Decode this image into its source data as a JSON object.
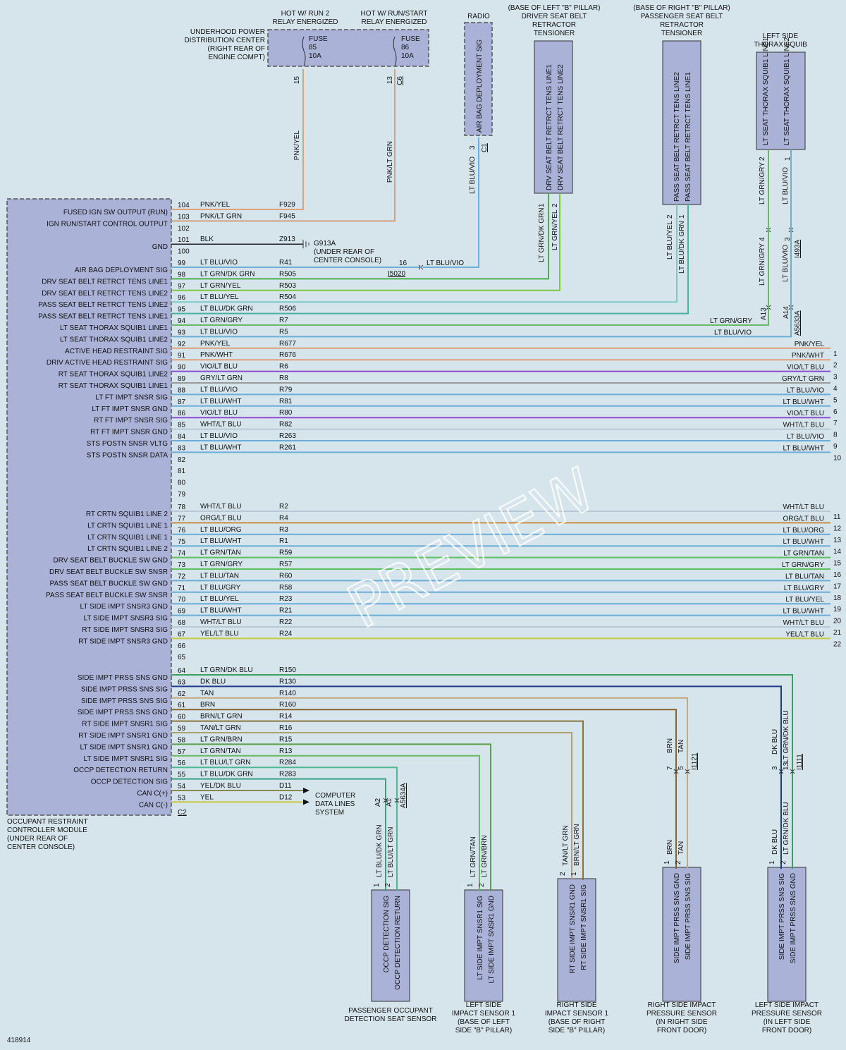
{
  "diagram_id": "418914",
  "watermark": "PREVIEW",
  "colors": {
    "background": "#d6e4ec",
    "component_fill": "#aab2d8",
    "PNK": "#e0a07a",
    "LT BLU": "#6aaed8",
    "LT GRN": "#5cc060",
    "VIO": "#8a4fd0",
    "GRY": "#9a9a9a",
    "WHT": "#b8c8d4",
    "ORG": "#c89040",
    "TAN": "#c8a878",
    "BRN": "#8a6430",
    "DK BLU": "#1f3a8a",
    "YEL": "#c8c840",
    "BLK": "#222222"
  },
  "orc": {
    "title_lines": [
      "OCCUPANT RESTRAINT",
      "CONTROLLER MODULE",
      "(UNDER REAR OF",
      "CENTER CONSOLE)"
    ],
    "connector": "C2",
    "pins": [
      {
        "pin": "104",
        "label": "FUSED IGN SW OUTPUT (RUN)",
        "wire": "PNK/YEL",
        "circuit": "F929"
      },
      {
        "pin": "103",
        "label": "IGN RUN/START CONTROL OUTPUT",
        "wire": "PNK/LT GRN",
        "circuit": "F945"
      },
      {
        "pin": "102",
        "label": "",
        "wire": "",
        "circuit": ""
      },
      {
        "pin": "101",
        "label": "GND",
        "wire": "BLK",
        "circuit": "Z913"
      },
      {
        "pin": "100",
        "label": "",
        "wire": "",
        "circuit": ""
      },
      {
        "pin": "99",
        "label": "AIR BAG DEPLOYMENT SIG",
        "wire": "LT BLU/VIO",
        "circuit": "R41"
      },
      {
        "pin": "98",
        "label": "DRV SEAT BELT RETRCT TENS LINE1",
        "wire": "LT GRN/DK GRN",
        "circuit": "R505"
      },
      {
        "pin": "97",
        "label": "DRV SEAT BELT RETRCT TENS LINE2",
        "wire": "LT GRN/YEL",
        "circuit": "R503"
      },
      {
        "pin": "96",
        "label": "PASS SEAT BELT RETRCT TENS LINE2",
        "wire": "LT BLU/YEL",
        "circuit": "R504"
      },
      {
        "pin": "95",
        "label": "PASS SEAT BELT RETRCT TENS LINE1",
        "wire": "LT BLU/DK GRN",
        "circuit": "R506"
      },
      {
        "pin": "94",
        "label": "LT SEAT THORAX SQUIB1 LINE1",
        "wire": "LT GRN/GRY",
        "circuit": "R7"
      },
      {
        "pin": "93",
        "label": "LT SEAT THORAX SQUIB1 LINE2",
        "wire": "LT BLU/VIO",
        "circuit": "R5"
      },
      {
        "pin": "92",
        "label": "ACTIVE HEAD RESTRAINT SIG",
        "wire": "PNK/YEL",
        "circuit": "R677"
      },
      {
        "pin": "91",
        "label": "DRIV ACTIVE HEAD RESTRAINT SIG",
        "wire": "PNK/WHT",
        "circuit": "R676"
      },
      {
        "pin": "90",
        "label": "RT SEAT THORAX SQUIB1 LINE2",
        "wire": "VIO/LT BLU",
        "circuit": "R6"
      },
      {
        "pin": "89",
        "label": "RT SEAT THORAX SQUIB1 LINE1",
        "wire": "GRY/LT GRN",
        "circuit": "R8"
      },
      {
        "pin": "88",
        "label": "LT FT IMPT SNSR SIG",
        "wire": "LT BLU/VIO",
        "circuit": "R79"
      },
      {
        "pin": "87",
        "label": "LT FT IMPT SNSR GND",
        "wire": "LT BLU/WHT",
        "circuit": "R81"
      },
      {
        "pin": "86",
        "label": "RT FT IMPT SNSR SIG",
        "wire": "VIO/LT BLU",
        "circuit": "R80"
      },
      {
        "pin": "85",
        "label": "RT FT IMPT SNSR GND",
        "wire": "WHT/LT BLU",
        "circuit": "R82"
      },
      {
        "pin": "84",
        "label": "STS POSTN SNSR VLTG",
        "wire": "LT BLU/VIO",
        "circuit": "R263"
      },
      {
        "pin": "83",
        "label": "STS POSTN SNSR DATA",
        "wire": "LT BLU/WHT",
        "circuit": "R261"
      },
      {
        "pin": "82",
        "label": "",
        "wire": "",
        "circuit": ""
      },
      {
        "pin": "81",
        "label": "",
        "wire": "",
        "circuit": ""
      },
      {
        "pin": "80",
        "label": "",
        "wire": "",
        "circuit": ""
      },
      {
        "pin": "79",
        "label": "",
        "wire": "",
        "circuit": ""
      },
      {
        "pin": "78",
        "label": "RT CRTN SQUIB1 LINE 2",
        "wire": "WHT/LT BLU",
        "circuit": "R2"
      },
      {
        "pin": "77",
        "label": "LT CRTN SQUIB1 LINE 1",
        "wire": "ORG/LT BLU",
        "circuit": "R4"
      },
      {
        "pin": "76",
        "label": "LT CRTN SQUIB1 LINE 1",
        "wire": "LT BLU/ORG",
        "circuit": "R3"
      },
      {
        "pin": "75",
        "label": "LT CRTN SQUIB1 LINE 2",
        "wire": "LT BLU/WHT",
        "circuit": "R1"
      },
      {
        "pin": "74",
        "label": "DRV SEAT BELT BUCKLE SW GND",
        "wire": "LT GRN/TAN",
        "circuit": "R59"
      },
      {
        "pin": "73",
        "label": "DRV SEAT BELT BUCKLE SW SNSR",
        "wire": "LT GRN/GRY",
        "circuit": "R57"
      },
      {
        "pin": "72",
        "label": "PASS SEAT BELT BUCKLE SW GND",
        "wire": "LT BLU/TAN",
        "circuit": "R60"
      },
      {
        "pin": "71",
        "label": "PASS SEAT BELT BUCKLE SW SNSR",
        "wire": "LT BLU/GRY",
        "circuit": "R58"
      },
      {
        "pin": "70",
        "label": "LT SIDE IMPT SNSR3 GND",
        "wire": "LT BLU/YEL",
        "circuit": "R23"
      },
      {
        "pin": "69",
        "label": "LT SIDE IMPT SNSR3 SIG",
        "wire": "LT BLU/WHT",
        "circuit": "R21"
      },
      {
        "pin": "68",
        "label": "RT SIDE IMPT SNSR3 SIG",
        "wire": "WHT/LT BLU",
        "circuit": "R22"
      },
      {
        "pin": "67",
        "label": "RT SIDE IMPT SNSR3 GND",
        "wire": "YEL/LT BLU",
        "circuit": "R24"
      },
      {
        "pin": "66",
        "label": "",
        "wire": "",
        "circuit": ""
      },
      {
        "pin": "65",
        "label": "",
        "wire": "",
        "circuit": ""
      },
      {
        "pin": "64",
        "label": "SIDE IMPT PRSS SNS GND",
        "wire": "LT GRN/DK BLU",
        "circuit": "R150"
      },
      {
        "pin": "63",
        "label": "SIDE IMPT PRSS SNS SIG",
        "wire": "DK BLU",
        "circuit": "R130"
      },
      {
        "pin": "62",
        "label": "SIDE IMPT PRSS SNS SIG",
        "wire": "TAN",
        "circuit": "R140"
      },
      {
        "pin": "61",
        "label": "SIDE IMPT PRSS SNS GND",
        "wire": "BRN",
        "circuit": "R160"
      },
      {
        "pin": "60",
        "label": "RT SIDE IMPT SNSR1 SIG",
        "wire": "BRN/LT GRN",
        "circuit": "R14"
      },
      {
        "pin": "59",
        "label": "RT SIDE IMPT SNSR1 GND",
        "wire": "TAN/LT GRN",
        "circuit": "R16"
      },
      {
        "pin": "58",
        "label": "LT SIDE IMPT SNSR1 GND",
        "wire": "LT GRN/BRN",
        "circuit": "R15"
      },
      {
        "pin": "57",
        "label": "LT SIDE IMPT SNSR1 SIG",
        "wire": "LT GRN/TAN",
        "circuit": "R13"
      },
      {
        "pin": "56",
        "label": "OCCP DETECTION RETURN",
        "wire": "LT BLU/LT GRN",
        "circuit": "R284"
      },
      {
        "pin": "55",
        "label": "OCCP DETECTION SIG",
        "wire": "LT BLU/DK GRN",
        "circuit": "R283"
      },
      {
        "pin": "54",
        "label": "CAN C(+)",
        "wire": "YEL/DK BLU",
        "circuit": "D11"
      },
      {
        "pin": "53",
        "label": "CAN C(-)",
        "wire": "YEL",
        "circuit": "D12"
      }
    ]
  },
  "ground": {
    "id": "G913A",
    "lines": [
      "(UNDER REAR OF",
      "CENTER CONSOLE)"
    ]
  },
  "can_dest": [
    "COMPUTER",
    "DATA LINES",
    "SYSTEM"
  ],
  "right_ends": [
    {
      "n": "1",
      "wire": "PNK/YEL"
    },
    {
      "n": "2",
      "wire": "PNK/WHT"
    },
    {
      "n": "3",
      "wire": "VIO/LT BLU"
    },
    {
      "n": "4",
      "wire": "GRY/LT GRN"
    },
    {
      "n": "5",
      "wire": "LT BLU/VIO"
    },
    {
      "n": "6",
      "wire": "LT BLU/WHT"
    },
    {
      "n": "7",
      "wire": "VIO/LT BLU"
    },
    {
      "n": "8",
      "wire": "WHT/LT BLU"
    },
    {
      "n": "9",
      "wire": "LT BLU/VIO"
    },
    {
      "n": "10",
      "wire": "LT BLU/WHT"
    },
    {
      "n": "11",
      "wire": "WHT/LT BLU"
    },
    {
      "n": "12",
      "wire": "ORG/LT BLU"
    },
    {
      "n": "13",
      "wire": "LT BLU/ORG"
    },
    {
      "n": "14",
      "wire": "LT BLU/WHT"
    },
    {
      "n": "15",
      "wire": "LT GRN/TAN"
    },
    {
      "n": "16",
      "wire": "LT GRN/GRY"
    },
    {
      "n": "17",
      "wire": "LT BLU/TAN"
    },
    {
      "n": "18",
      "wire": "LT BLU/GRY"
    },
    {
      "n": "19",
      "wire": "LT BLU/YEL"
    },
    {
      "n": "20",
      "wire": "LT BLU/WHT"
    },
    {
      "n": "21",
      "wire": "WHT/LT BLU"
    },
    {
      "n": "22",
      "wire": "YEL/LT BLU"
    }
  ],
  "top": {
    "hot_run": [
      "HOT W/ RUN 2",
      "RELAY ENERGIZED"
    ],
    "hot_runstart": [
      "HOT W/ RUN/START",
      "RELAY ENERGIZED"
    ],
    "updc": [
      "UNDERHOOD POWER",
      "DISTRIBUTION CENTER",
      "(RIGHT REAR OF",
      "ENGINE COMPT)"
    ],
    "fuse1": [
      "FUSE",
      "85",
      "10A"
    ],
    "fuse2": [
      "FUSE",
      "86",
      "10A"
    ],
    "pin15": "15",
    "pin13": "13",
    "c6": "C6",
    "wire_pnk_yel": "PNK/YEL",
    "wire_pnk_ltgrn": "PNK/LT GRN",
    "radio": "RADIO",
    "radio_pin_label": "AIR BAG DEPLOYMENT SIG",
    "radio_pin": "3",
    "radio_conn": "C1",
    "radio_wire": "LT BLU/VIO",
    "inline_pin": "16",
    "inline_conn": "I5020",
    "drv_tens": [
      "(BASE OF LEFT \"B\" PILLAR)",
      "DRIVER SEAT BELT",
      "RETRACTOR",
      "TENSIONER"
    ],
    "drv_pins": [
      "DRV SEAT BELT RETRCT TENS LINE1",
      "DRV SEAT BELT RETRCT TENS LINE2"
    ],
    "drv_wires": [
      "LT GRN/DK GRN",
      "LT GRN/YEL"
    ],
    "pass_tens": [
      "(BASE OF RIGHT \"B\" PILLAR)",
      "PASSENGER SEAT BELT",
      "RETRACTOR",
      "TENSIONER"
    ],
    "pass_pins": [
      "PASS SEAT BELT RETRCT TENS LINE2",
      "PASS SEAT BELT RETRCT TENS LINE1"
    ],
    "pass_wires": [
      "LT BLU/YEL",
      "LT BLU/DK GRN"
    ],
    "thorax": [
      "LEFT SIDE",
      "THORAX SQUIB"
    ],
    "thorax_pins": [
      "LT SEAT THORAX SQUIB1 LINE1",
      "LT SEAT THORAX SQUIB1 LINE2"
    ],
    "thorax_wires": [
      "LT GRN/GRY",
      "LT BLU/VIO"
    ],
    "thorax_conn": "I493A",
    "thorax_conn2": "A5633A",
    "a13": "A13",
    "a14": "A14",
    "pin_nums": {
      "one": "1",
      "two": "2",
      "four": "4"
    }
  },
  "bottom": {
    "occp": {
      "name": [
        "PASSENGER OCCUPANT",
        "DETECTION SEAT SENSOR"
      ],
      "pins": [
        "OCCP DETECTION SIG",
        "OCCP DETECTION RETURN"
      ],
      "wires": [
        "LT BLU/DK GRN",
        "LT BLU/LT GRN"
      ],
      "conn": "A5634A",
      "p1": "A2",
      "p2": "A1"
    },
    "lsis": {
      "name": [
        "LEFT SIDE",
        "IMPACT SENSOR 1",
        "(BASE OF LEFT",
        "SIDE \"B\" PILLAR)"
      ],
      "pins": [
        "LT SIDE IMPT SNSR1 SIG",
        "LT SIDE IMPT SNSR1 GND"
      ],
      "wires": [
        "LT GRN/TAN",
        "LT GRN/BRN"
      ]
    },
    "rsis": {
      "name": [
        "RIGHT SIDE",
        "IMPACT SENSOR 1",
        "(BASE OF RIGHT",
        "SIDE \"B\" PILLAR)"
      ],
      "pins": [
        "RT SIDE IMPT SNSR1 GND",
        "RT SIDE IMPT SNSR1 SIG"
      ],
      "wires": [
        "TAN/LT GRN",
        "BRN/LT GRN"
      ]
    },
    "rsps": {
      "name": [
        "RIGHT SIDE IMPACT",
        "PRESSURE SENSOR",
        "(IN RIGHT SIDE",
        "FRONT DOOR)"
      ],
      "pins": [
        "SIDE IMPT PRSS SNS GND",
        "SIDE IMPT PRSS SNS SIG"
      ],
      "wires": [
        "BRN",
        "TAN"
      ],
      "conn": "I1121"
    },
    "lsps": {
      "name": [
        "LEFT SIDE IMPACT",
        "PRESSURE SENSOR",
        "(IN LEFT SIDE",
        "FRONT DOOR)"
      ],
      "pins": [
        "SIDE IMPT PRSS SNS SIG",
        "SIDE IMPT PRSS SNS GND"
      ],
      "wires": [
        "DK BLU",
        "LT GRN/DK BLU"
      ],
      "conn": "I1111"
    }
  }
}
